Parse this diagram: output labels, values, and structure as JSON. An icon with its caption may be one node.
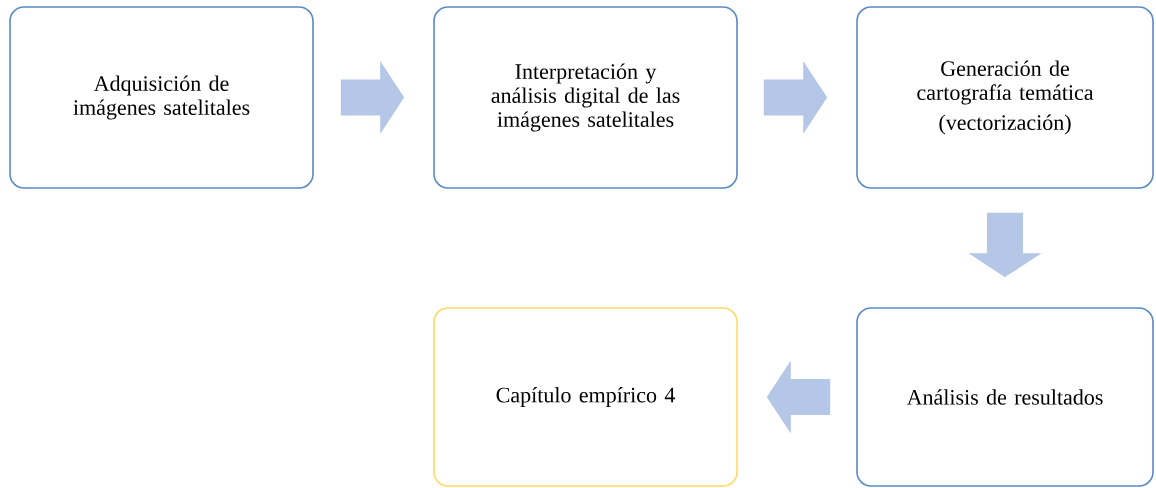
{
  "diagram": {
    "nodes": [
      {
        "text": [
          "Adquisición de imágenes satelitales"
        ]
      },
      {
        "text": [
          "Interpretación y análisis digital de las imágenes satelitales"
        ]
      },
      {
        "text": [
          "Generación de cartografía temática",
          "(vectorización)"
        ]
      },
      {
        "text": [
          "Análisis de resultados"
        ]
      },
      {
        "text": [
          "Capítulo empírico 4"
        ]
      }
    ],
    "edges": [
      {
        "from": 0,
        "to": 1,
        "arrow": "to"
      },
      {
        "from": 1,
        "to": 2,
        "arrow": "to"
      },
      {
        "from": 2,
        "to": 3,
        "arrow": "to"
      },
      {
        "from": 3,
        "to": 4,
        "arrow": "to"
      }
    ]
  }
}
